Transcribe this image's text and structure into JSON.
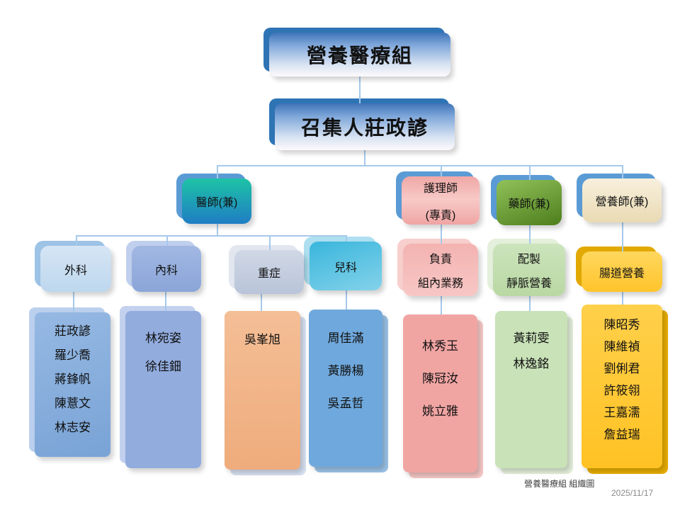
{
  "slide": {
    "footer_caption": "營養醫療組 組織圖",
    "footer_date": "2025/11/17"
  },
  "org": {
    "root": {
      "label": "營養醫療組"
    },
    "convener": {
      "label": "召集人莊政諺"
    },
    "groups": {
      "physician": {
        "label": "醫師(兼)"
      },
      "nurse": {
        "line1": "護理師",
        "line2": "(專責)"
      },
      "pharmacist": {
        "label": "藥師(兼)"
      },
      "dietitian": {
        "label": "營養師(兼)"
      }
    },
    "units": {
      "surgery": {
        "label": "外科"
      },
      "internal": {
        "label": "內科"
      },
      "critical": {
        "label": "重症"
      },
      "pediatrics": {
        "label": "兒科"
      },
      "nurse_duty": {
        "line1": "負責",
        "line2": "組內業務"
      },
      "pharmacy_duty": {
        "line1": "配製",
        "line2": "靜脈營養"
      },
      "enteral": {
        "label": "腸道營養"
      }
    },
    "members": {
      "surgery": [
        "莊政諺",
        "羅少喬",
        "蔣鋒帆",
        "陳薏文",
        "林志安"
      ],
      "internal": [
        "林宛姿",
        "徐佳鈿"
      ],
      "critical": [
        "吳峯旭"
      ],
      "pediatrics": [
        "周佳滿",
        "黃勝楊",
        "吳孟哲"
      ],
      "nurse": [
        "林秀玉",
        "陳冠汝",
        "姚立雅"
      ],
      "pharmacy": [
        "黃莉雯",
        "林逸銘"
      ],
      "dietitian": [
        "陳昭秀",
        "陳維禎",
        "劉俐君",
        "許筱翎",
        "王嘉濡",
        "詹益瑞"
      ]
    }
  },
  "colors": {
    "connector": "#A6C9EC",
    "root_box_top": "#3F74B8",
    "root_box_shadow": "#2E74B5",
    "physician_gradient_top": "#1EC3A6",
    "physician_gradient_bottom": "#1F7DC4",
    "nurse_fill": "#EFA7A5",
    "pharmacist_fill": "#6FA33A",
    "dietitian_fill": "#F2E8CF",
    "surgery_fill": "#BDD7EE",
    "internal_fill": "#92ACDE",
    "critical_fill": "#C3CDDE",
    "pediatrics_fill": "#4BBEE0",
    "critical_members_fill": "#F2B489",
    "pharmacy_members_fill": "#C9E2B8",
    "enteral_fill": "#FFC94A"
  }
}
